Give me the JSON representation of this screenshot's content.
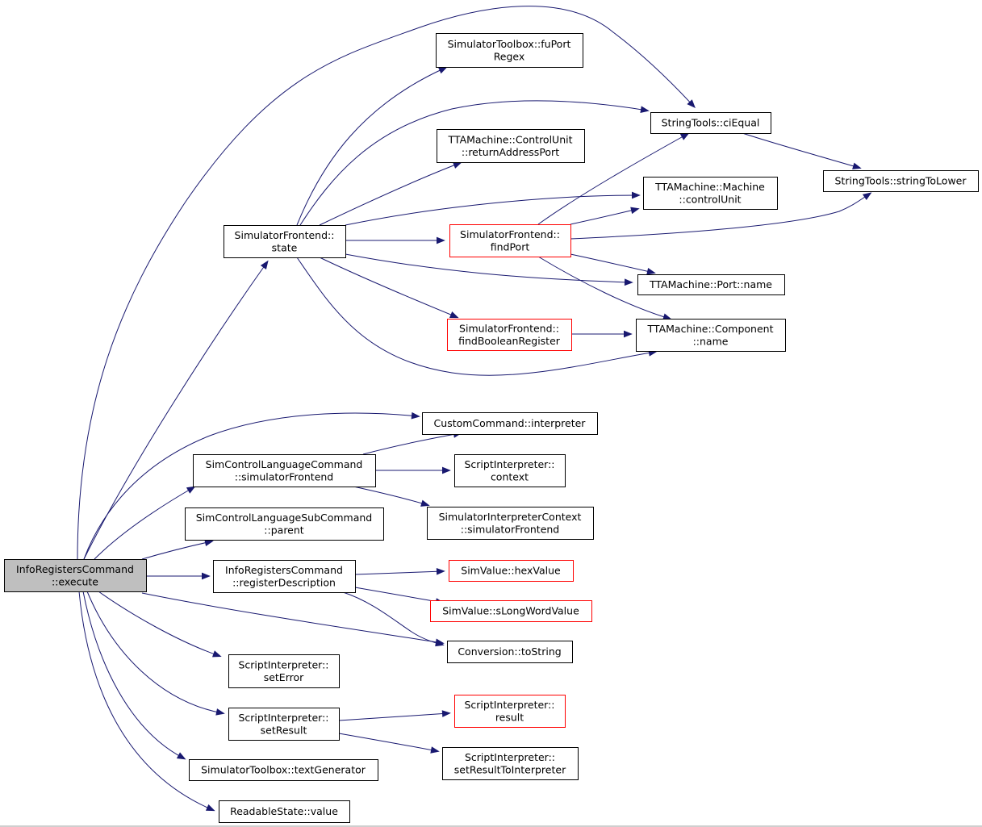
{
  "nodes": [
    {
      "id": "execute",
      "lines": [
        "InfoRegistersCommand",
        "::execute"
      ],
      "style": "root"
    },
    {
      "id": "fuPortRegex",
      "lines": [
        "SimulatorToolbox::fuPort",
        "Regex"
      ],
      "style": "normal"
    },
    {
      "id": "ciEqual",
      "lines": [
        "StringTools::ciEqual"
      ],
      "style": "normal"
    },
    {
      "id": "stringToLower",
      "lines": [
        "StringTools::stringToLower"
      ],
      "style": "normal"
    },
    {
      "id": "returnAddressPort",
      "lines": [
        "TTAMachine::ControlUnit",
        "::returnAddressPort"
      ],
      "style": "normal"
    },
    {
      "id": "controlUnit",
      "lines": [
        "TTAMachine::Machine",
        "::controlUnit"
      ],
      "style": "normal"
    },
    {
      "id": "state",
      "lines": [
        "SimulatorFrontend::",
        "state"
      ],
      "style": "normal"
    },
    {
      "id": "findPort",
      "lines": [
        "SimulatorFrontend::",
        "findPort"
      ],
      "style": "red"
    },
    {
      "id": "portName",
      "lines": [
        "TTAMachine::Port::name"
      ],
      "style": "normal"
    },
    {
      "id": "findBooleanRegister",
      "lines": [
        "SimulatorFrontend::",
        "findBooleanRegister"
      ],
      "style": "red"
    },
    {
      "id": "componentName",
      "lines": [
        "TTAMachine::Component",
        "::name"
      ],
      "style": "normal"
    },
    {
      "id": "interpreter",
      "lines": [
        "CustomCommand::interpreter"
      ],
      "style": "normal"
    },
    {
      "id": "simulatorFrontend",
      "lines": [
        "SimControlLanguageCommand",
        "::simulatorFrontend"
      ],
      "style": "normal"
    },
    {
      "id": "context",
      "lines": [
        "ScriptInterpreter::",
        "context"
      ],
      "style": "normal"
    },
    {
      "id": "parent",
      "lines": [
        "SimControlLanguageSubCommand",
        "::parent"
      ],
      "style": "normal"
    },
    {
      "id": "ctxSimulatorFrontend",
      "lines": [
        "SimulatorInterpreterContext",
        "::simulatorFrontend"
      ],
      "style": "normal"
    },
    {
      "id": "registerDescription",
      "lines": [
        "InfoRegistersCommand",
        "::registerDescription"
      ],
      "style": "normal"
    },
    {
      "id": "hexValue",
      "lines": [
        "SimValue::hexValue"
      ],
      "style": "red"
    },
    {
      "id": "sLongWordValue",
      "lines": [
        "SimValue::sLongWordValue"
      ],
      "style": "red"
    },
    {
      "id": "toString",
      "lines": [
        "Conversion::toString"
      ],
      "style": "normal"
    },
    {
      "id": "setError",
      "lines": [
        "ScriptInterpreter::",
        "setError"
      ],
      "style": "normal"
    },
    {
      "id": "setResult",
      "lines": [
        "ScriptInterpreter::",
        "setResult"
      ],
      "style": "normal"
    },
    {
      "id": "result",
      "lines": [
        "ScriptInterpreter::",
        "result"
      ],
      "style": "red"
    },
    {
      "id": "setResultToInterpreter",
      "lines": [
        "ScriptInterpreter::",
        "setResultToInterpreter"
      ],
      "style": "normal"
    },
    {
      "id": "textGenerator",
      "lines": [
        "SimulatorToolbox::textGenerator"
      ],
      "style": "normal"
    },
    {
      "id": "readableStateValue",
      "lines": [
        "ReadableState::value"
      ],
      "style": "normal"
    }
  ],
  "edges": [
    [
      "execute",
      "ciEqual"
    ],
    [
      "execute",
      "state"
    ],
    [
      "execute",
      "interpreter"
    ],
    [
      "execute",
      "simulatorFrontend"
    ],
    [
      "execute",
      "parent"
    ],
    [
      "execute",
      "registerDescription"
    ],
    [
      "execute",
      "toString"
    ],
    [
      "execute",
      "setError"
    ],
    [
      "execute",
      "setResult"
    ],
    [
      "execute",
      "textGenerator"
    ],
    [
      "execute",
      "readableStateValue"
    ],
    [
      "state",
      "fuPortRegex"
    ],
    [
      "state",
      "ciEqual"
    ],
    [
      "state",
      "returnAddressPort"
    ],
    [
      "state",
      "controlUnit"
    ],
    [
      "state",
      "findPort"
    ],
    [
      "state",
      "portName"
    ],
    [
      "state",
      "findBooleanRegister"
    ],
    [
      "state",
      "componentName"
    ],
    [
      "findPort",
      "ciEqual"
    ],
    [
      "findPort",
      "controlUnit"
    ],
    [
      "findPort",
      "stringToLower"
    ],
    [
      "findPort",
      "portName"
    ],
    [
      "findPort",
      "componentName"
    ],
    [
      "ciEqual",
      "stringToLower"
    ],
    [
      "findBooleanRegister",
      "componentName"
    ],
    [
      "simulatorFrontend",
      "interpreter"
    ],
    [
      "simulatorFrontend",
      "context"
    ],
    [
      "simulatorFrontend",
      "ctxSimulatorFrontend"
    ],
    [
      "registerDescription",
      "hexValue"
    ],
    [
      "registerDescription",
      "sLongWordValue"
    ],
    [
      "registerDescription",
      "toString"
    ],
    [
      "setResult",
      "result"
    ],
    [
      "setResult",
      "setResultToInterpreter"
    ]
  ]
}
